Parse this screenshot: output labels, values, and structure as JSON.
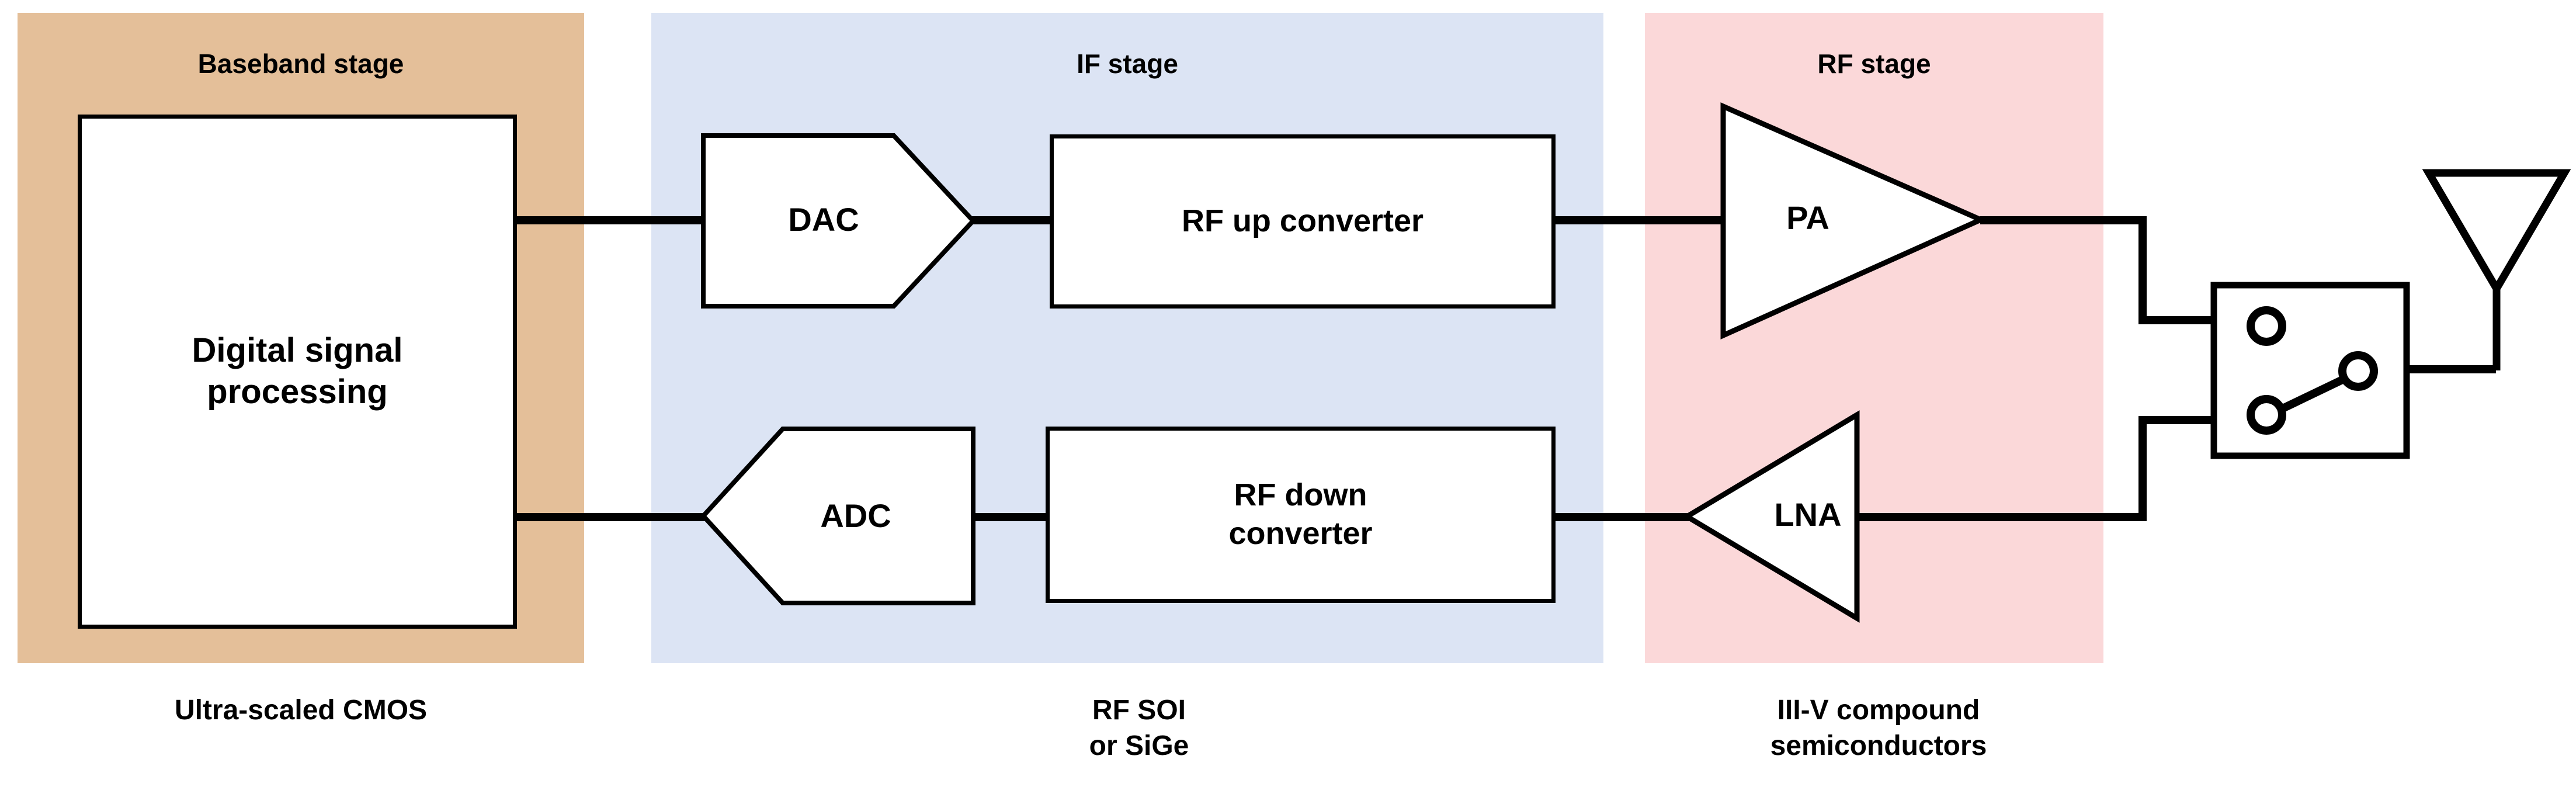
{
  "diagram": {
    "title": "RF transceiver chain block diagram",
    "stages": [
      {
        "id": "baseband",
        "label": "Baseband stage",
        "color": "#E4BF99",
        "footnote": "Ultra-scaled CMOS"
      },
      {
        "id": "if",
        "label": "IF stage",
        "color": "#DCE4F4",
        "footnote": "RF SOI\nor SiGe"
      },
      {
        "id": "rf",
        "label": "RF stage",
        "color": "#FBD8D9",
        "footnote": "III-V compound\nsemiconductors"
      }
    ],
    "blocks": [
      {
        "id": "dsp",
        "label": "Digital signal\nprocessing",
        "shape": "rectangle"
      },
      {
        "id": "dac",
        "label": "DAC",
        "shape": "pentagon-right"
      },
      {
        "id": "adc",
        "label": "ADC",
        "shape": "pentagon-left"
      },
      {
        "id": "up_converter",
        "label": "RF up converter",
        "shape": "rectangle"
      },
      {
        "id": "down_converter",
        "label": "RF down\nconverter",
        "shape": "rectangle"
      },
      {
        "id": "pa",
        "label": "PA",
        "shape": "triangle-right"
      },
      {
        "id": "lna",
        "label": "LNA",
        "shape": "triangle-left"
      },
      {
        "id": "switch",
        "label": "",
        "shape": "spdt-switch"
      },
      {
        "id": "antenna",
        "label": "",
        "shape": "antenna"
      }
    ],
    "paths": {
      "transmit": [
        "dsp",
        "dac",
        "up_converter",
        "pa",
        "switch",
        "antenna"
      ],
      "receive": [
        "antenna",
        "switch",
        "lna",
        "down_converter",
        "adc",
        "dsp"
      ]
    },
    "line_color": "#000000"
  }
}
